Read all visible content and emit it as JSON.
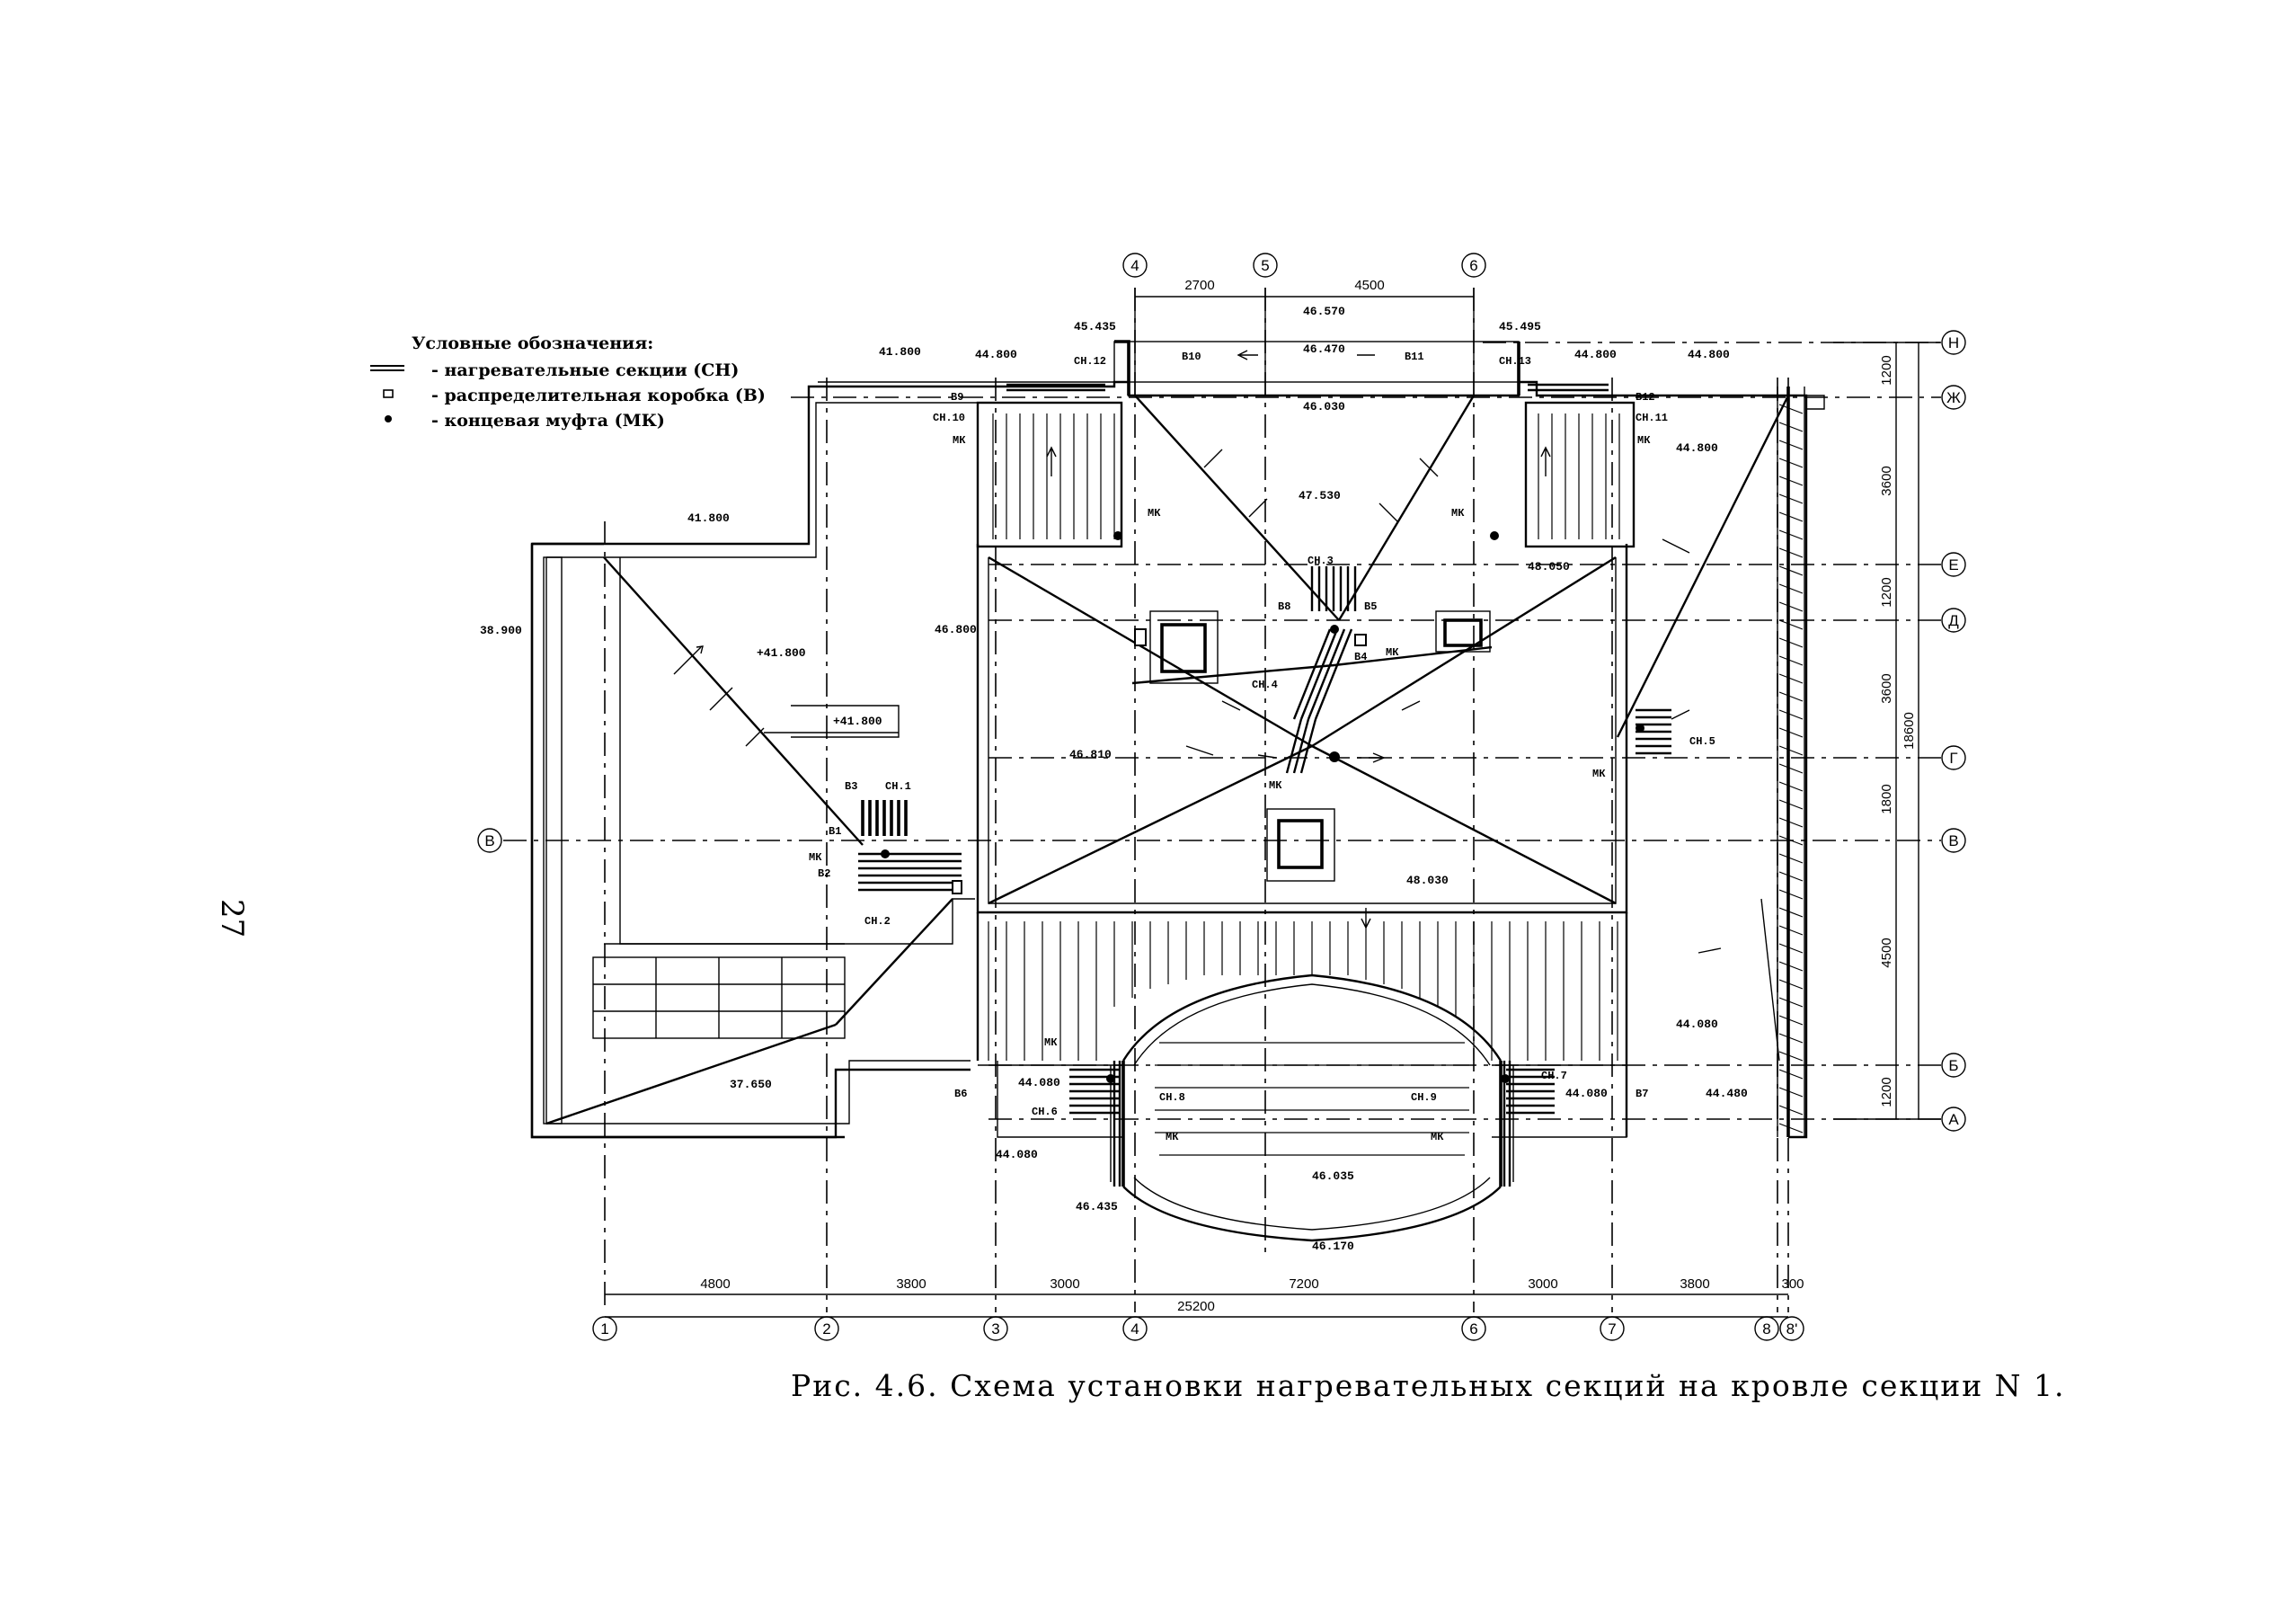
{
  "page_number": "27",
  "caption": "Рис. 4.6. Схема установки нагревательных секций на кровле секции N 1.",
  "legend": {
    "title": "Условные обозначения:",
    "items": [
      {
        "icon": "heating-section-symbol",
        "text": "- нагревательные секции (СН)"
      },
      {
        "icon": "junction-box-symbol",
        "text": "- распределительная коробка (В)"
      },
      {
        "icon": "end-sleeve-symbol",
        "text": "- концевая муфта (МК)"
      }
    ]
  },
  "axes_columns": [
    "1",
    "2",
    "3",
    "4",
    "6",
    "7",
    "8",
    "8'"
  ],
  "axes_columns_top": [
    "4",
    "5",
    "6"
  ],
  "axes_rows": [
    "Н",
    "Ж",
    "Е",
    "Д",
    "Г",
    "В",
    "Б",
    "А"
  ],
  "axis_row_left": "В",
  "dims_top": [
    "2700",
    "4500"
  ],
  "dims_bottom": [
    "4800",
    "3800",
    "3000",
    "7200",
    "3000",
    "3800",
    "300"
  ],
  "dim_bottom_total": "25200",
  "dims_right": [
    "1200",
    "3600",
    "1200",
    "3600",
    "1800",
    "4500",
    "1200"
  ],
  "dim_right_total": "18600",
  "elevations": {
    "top_center": "46.570",
    "top_left": "45.435",
    "top_right": "45.495",
    "ridge_top": "46.470",
    "ridge_under": "46.030",
    "left_roof_1": "41.800",
    "left_roof_2": "41.800",
    "parapet_left": "38.900",
    "left_box": "+41.800",
    "left_box2": "+41.800",
    "left_wing": "46.800",
    "top_left_2": "44.800",
    "top_right_2": "44.800",
    "top_right_3": "44.800",
    "center_upper": "47.530",
    "center_main": "46.810",
    "right_step": "48.050",
    "right_wing": "44.800",
    "center_lower": "48.030",
    "bottom_left": "37.650",
    "bottom_right": "44.080",
    "bottom_left_2": "44.080",
    "bottom_right_2": "44.080",
    "bottom_right_3": "44.480",
    "bottom_left_3": "44.080",
    "arch_inside": "46.035",
    "arch_left": "46.435",
    "arch_bottom": "46.170"
  },
  "section_labels": [
    "СН.1",
    "СН.2",
    "СН.3",
    "СН.4",
    "СН.5",
    "СН.6",
    "СН.7",
    "СН.8",
    "СН.9",
    "СН.10",
    "СН.11",
    "СН.12",
    "СН.13"
  ],
  "box_labels": [
    "В1",
    "В2",
    "В3",
    "В4",
    "В5",
    "В6",
    "В7",
    "В8",
    "В9",
    "В10",
    "В11",
    "В12"
  ],
  "sleeve_label": "МК"
}
